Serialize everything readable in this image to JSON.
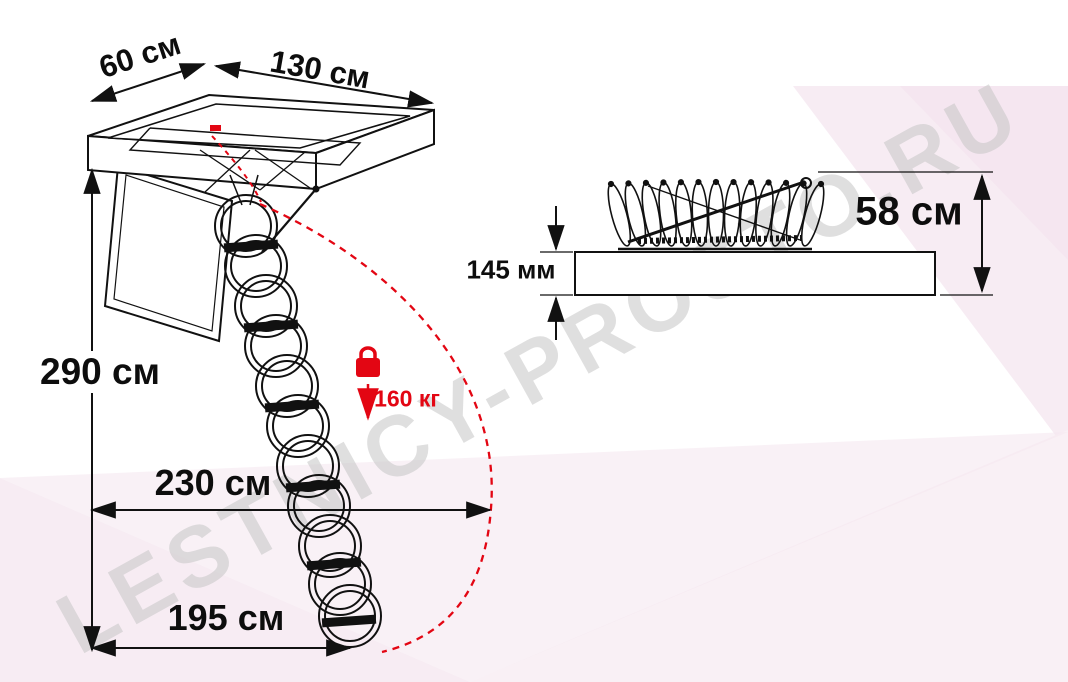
{
  "watermark": {
    "text": "LESTNICY-PROSTO.RU"
  },
  "colors": {
    "accent_red": "#e30613",
    "line_black": "#111111",
    "watermark_gray": "#c6c6c6",
    "background_pink": "#f7ecf3"
  },
  "front_view": {
    "top_width_label": "60 см",
    "top_length_label": "130 см",
    "height_label": "290 см",
    "swing_label": "230 см",
    "floor_label": "195 см",
    "load_label": "160 кг"
  },
  "side_view": {
    "box_thickness_label": "145 мм",
    "folded_height_label": "58 см"
  },
  "icons": {
    "weight_icon": "kettlebell-weight",
    "down_arrow_icon": "load-direction-arrow"
  }
}
